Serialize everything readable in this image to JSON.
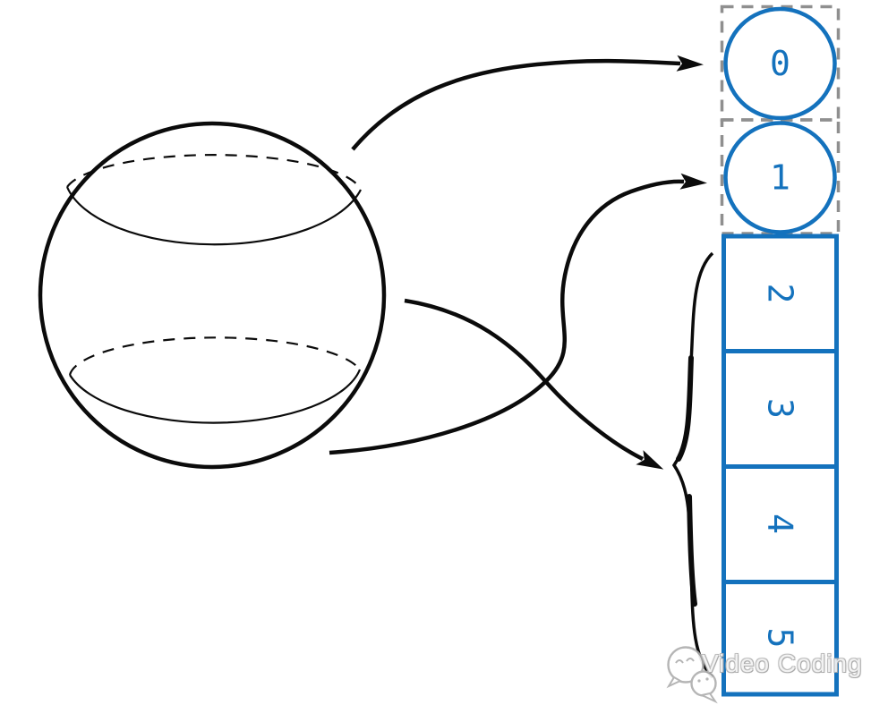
{
  "cells": {
    "dashed_slots": [
      {
        "label": "0"
      },
      {
        "label": "1"
      }
    ],
    "solid_slots": [
      {
        "label": "2"
      },
      {
        "label": "3"
      },
      {
        "label": "4"
      },
      {
        "label": "5"
      }
    ]
  },
  "watermark": {
    "brand": "Video Coding"
  },
  "colors": {
    "cell_blue": "#1472bd",
    "slot_dash_gray": "#8f8f8f",
    "line_black": "#0b0b0b",
    "watermark_gray": "#adadad"
  }
}
